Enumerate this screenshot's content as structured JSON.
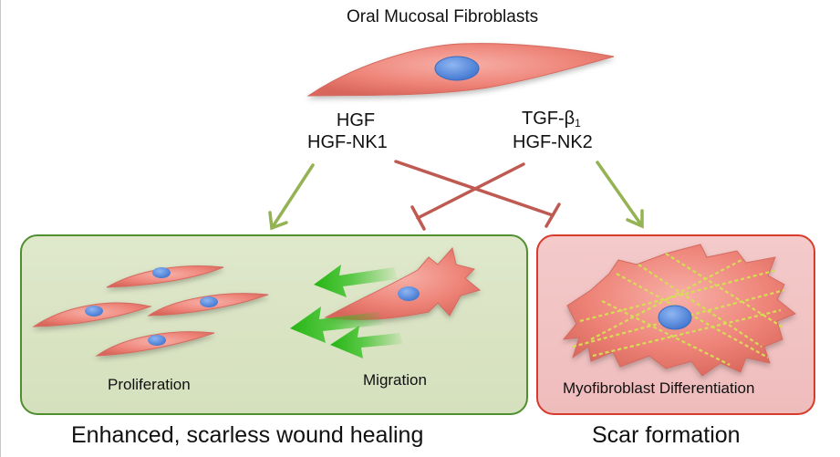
{
  "header": {
    "title": "Oral Mucosal Fibroblasts"
  },
  "factors": {
    "left": [
      "HGF",
      "HGF-NK1"
    ],
    "right_line1_main": "TGF-β",
    "right_line1_sub": "1",
    "right_line2": "HGF-NK2"
  },
  "panels": {
    "left": {
      "proliferation_label": "Proliferation",
      "migration_label": "Migration",
      "caption": "Enhanced, scarless wound healing"
    },
    "right": {
      "differentiation_label": "Myofibroblast Differentiation",
      "caption": "Scar formation"
    }
  },
  "colors": {
    "cell_fill": "#ef8a80",
    "nucleus": "#5b8fe0",
    "panel_left_bg": "#dce5c6",
    "panel_left_border": "#4f8f2f",
    "panel_right_bg": "#f2c4c4",
    "panel_right_border": "#d83a2c",
    "promote_arrow": "#93b354",
    "inhibit_line": "#bf5a52",
    "migration_arrow": "#2fbf1c",
    "fiber": "#d6dd55"
  }
}
